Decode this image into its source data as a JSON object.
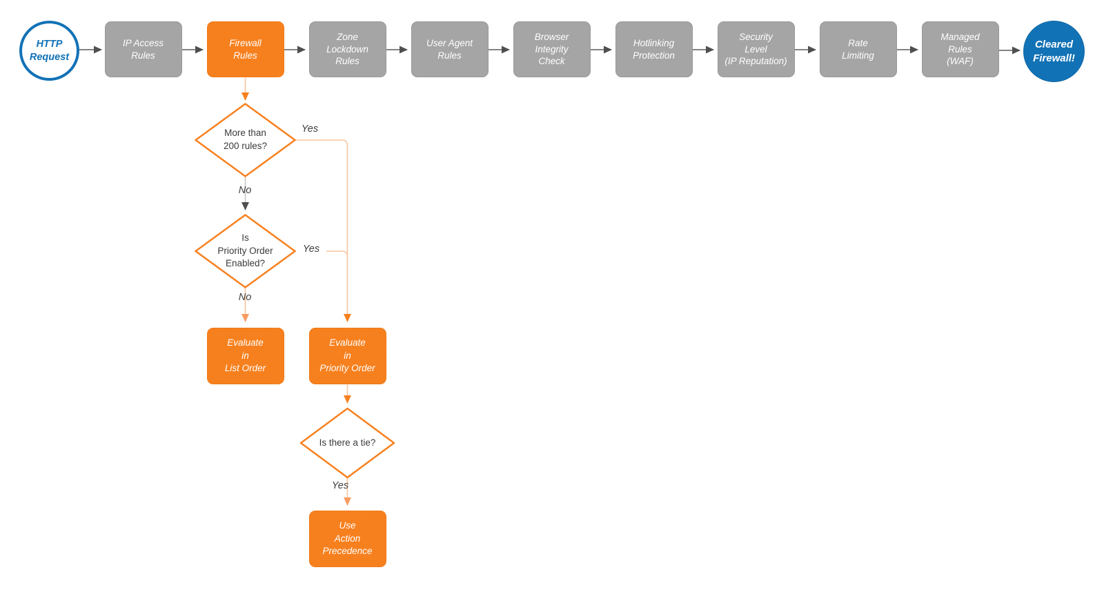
{
  "diagram": {
    "description": "Firewall request evaluation flowchart",
    "colors": {
      "accent_orange": "#F7801E",
      "pale_orange_line": "#F8C49E",
      "light_orange_arrow": "#F89B62",
      "stage_gray": "#A5A5A5",
      "brand_blue": "#1272B6",
      "dark_arrow": "#4F4F4F",
      "label_text": "#3A3A3A",
      "node_text": "#FFFFFF"
    }
  },
  "flow": {
    "start": {
      "label": "HTTP\nRequest"
    },
    "end": {
      "label": "Cleared\nFirewall!"
    },
    "stages": [
      {
        "label": "IP Access\nRules"
      },
      {
        "label": "Firewall\nRules"
      },
      {
        "label": "Zone\nLockdown\nRules"
      },
      {
        "label": "User Agent\nRules"
      },
      {
        "label": "Browser\nIntegrity\nCheck"
      },
      {
        "label": "Hotlinking\nProtection"
      },
      {
        "label": "Security\nLevel\n(IP Reputation)"
      },
      {
        "label": "Rate\nLimiting"
      },
      {
        "label": "Managed\nRules\n(WAF)"
      }
    ],
    "decisions": [
      {
        "label": "More than\n200 rules?"
      },
      {
        "label": "Is\nPriority Order\nEnabled?"
      },
      {
        "label": "Is there a tie?"
      }
    ],
    "outcomes": [
      {
        "label": "Evaluate\nin\nList Order"
      },
      {
        "label": "Evaluate\nin\nPriority Order"
      },
      {
        "label": "Use\nAction\nPrecedence"
      }
    ],
    "edge_labels": {
      "d1_yes": "Yes",
      "d1_no": "No",
      "d2_yes": "Yes",
      "d2_no": "No",
      "d3_yes": "Yes"
    }
  }
}
